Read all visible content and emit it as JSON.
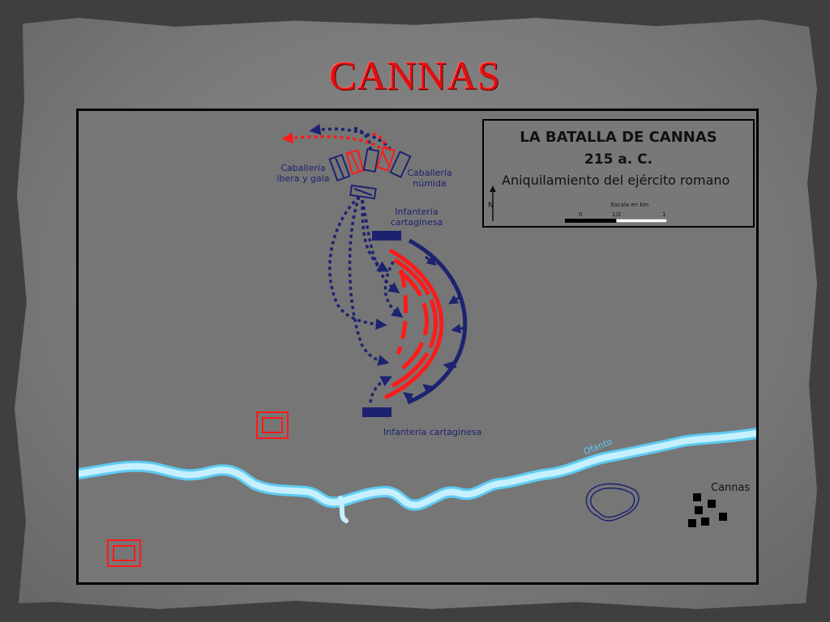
{
  "slide": {
    "title": "CANNAS"
  },
  "map": {
    "legend": {
      "title": "LA BATALLA DE CANNAS",
      "year": "215 a. C.",
      "subtitle": "Aniquilamiento del ejército romano",
      "north": "N",
      "scale_label": "Escala en km",
      "scale_ticks": [
        "0",
        "1/2",
        "1"
      ]
    },
    "labels": {
      "cav_left": "Caballería\nibera y gala",
      "cav_right": "Caballería\nnúmida",
      "inf_top": "Infantería\ncartaginesa",
      "inf_bottom": "Infantería cartaginesa",
      "river": "Ofanto",
      "town": "Cannas"
    },
    "colors": {
      "carthaginian": "#1d2370",
      "roman": "#ff1a1a",
      "river": "#b9ecff",
      "river_edge": "#5ecbf2"
    }
  }
}
